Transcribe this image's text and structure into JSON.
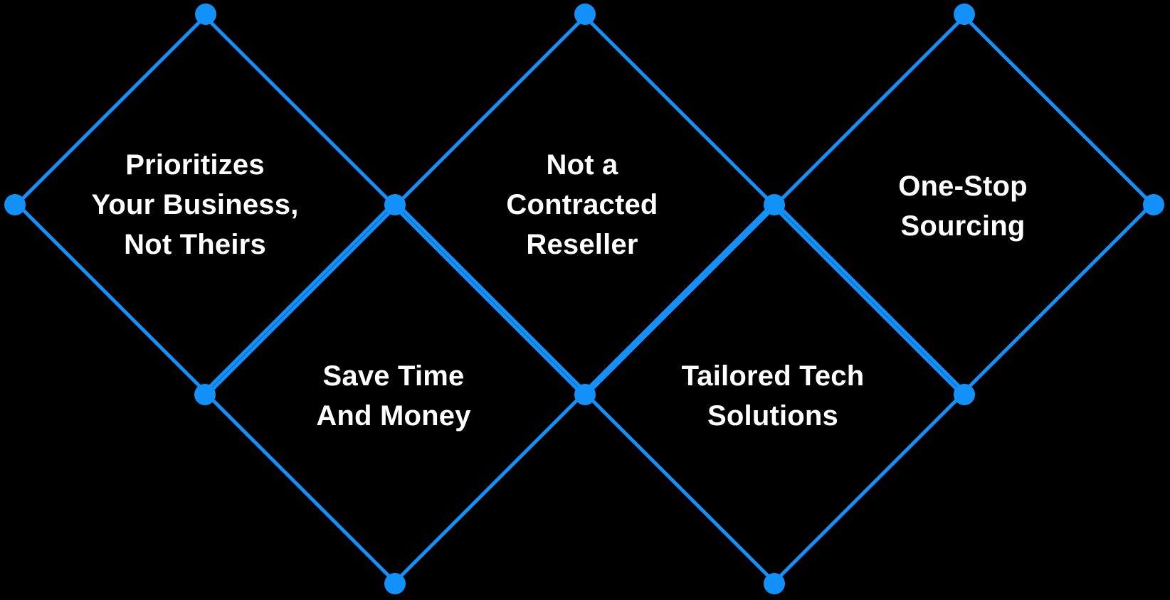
{
  "diagram": {
    "colors": {
      "background": "#000000",
      "accent": "#1391FA",
      "text": "#FFFFFF"
    },
    "vertex_dot": {
      "shape": "filled-circle",
      "color": "#1391FA"
    },
    "diamonds": [
      {
        "lines": [
          "Prioritizes",
          "Your Business,",
          "Not Theirs"
        ]
      },
      {
        "lines": [
          "Not a",
          "Contracted",
          "Reseller"
        ]
      },
      {
        "lines": [
          "One-Stop",
          "Sourcing"
        ]
      },
      {
        "lines": [
          "Save Time",
          "And Money"
        ]
      },
      {
        "lines": [
          "Tailored Tech",
          "Solutions"
        ]
      }
    ]
  }
}
